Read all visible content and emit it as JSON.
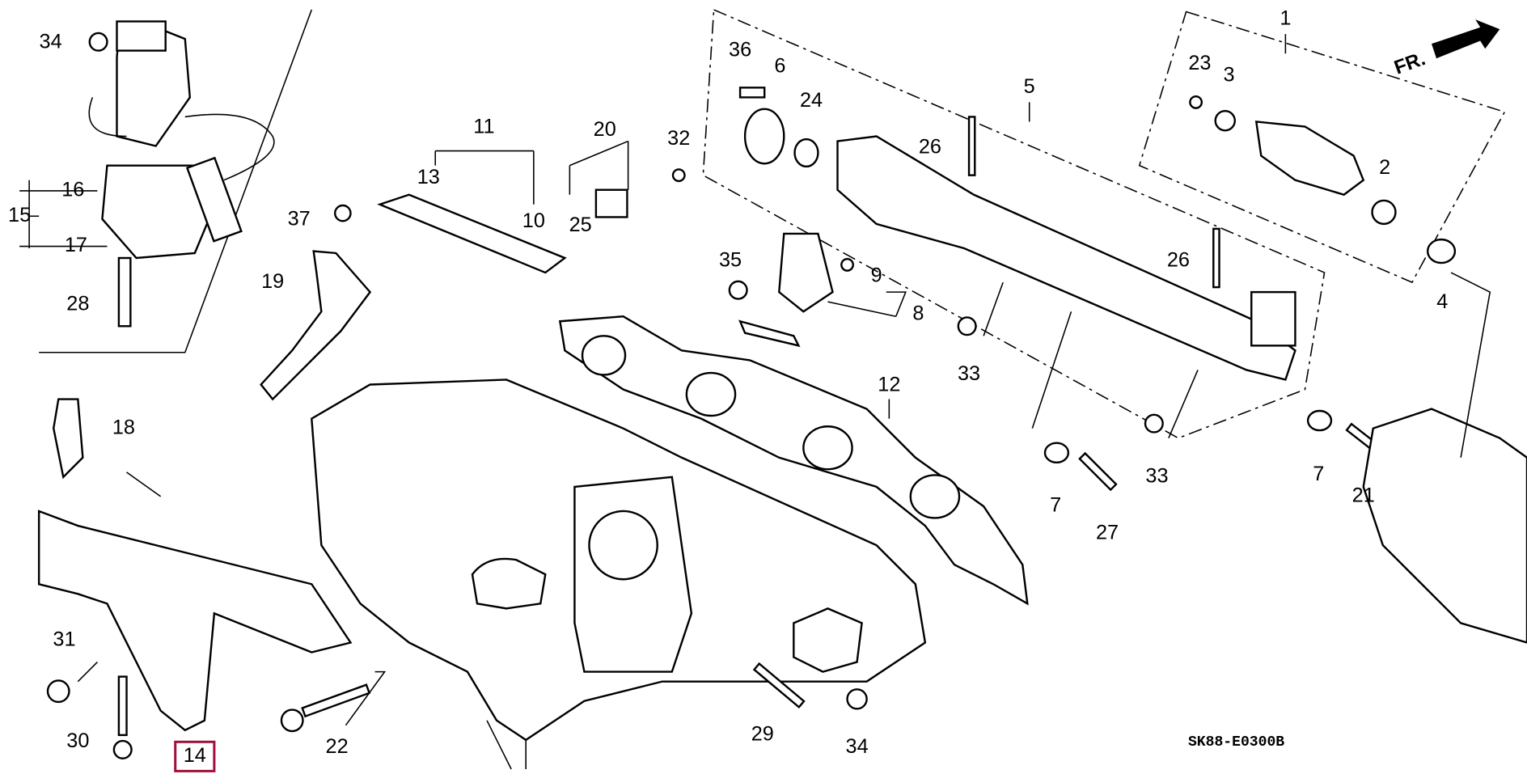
{
  "diagram": {
    "drawing_code": "SK88-E0300B",
    "front_indicator": "FR.",
    "highlighted_part": "14",
    "highlight_color": "#a0103a",
    "labels": [
      "34",
      "16",
      "15",
      "17",
      "28",
      "37",
      "19",
      "18",
      "13",
      "11",
      "10",
      "20",
      "25",
      "32",
      "36",
      "6",
      "24",
      "26",
      "5",
      "35",
      "9",
      "8",
      "33",
      "12",
      "1",
      "23",
      "3",
      "2",
      "4",
      "26",
      "33",
      "7",
      "21",
      "7",
      "27",
      "31",
      "30",
      "14",
      "22",
      "29",
      "34"
    ]
  }
}
